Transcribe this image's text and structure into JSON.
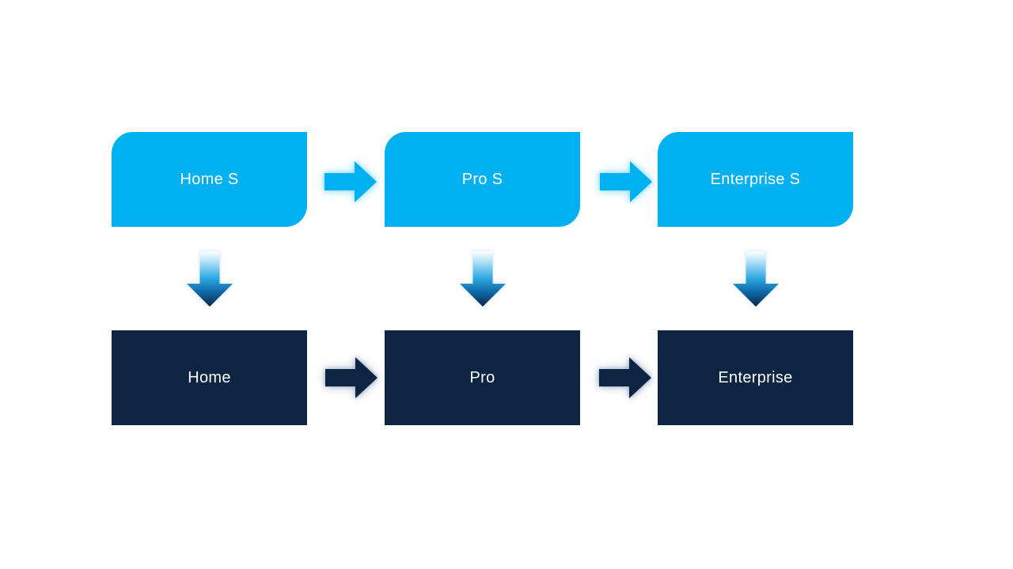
{
  "colors": {
    "cyan": "#00b0f0",
    "navy": "#0e2443",
    "label_text": "#ffffff",
    "background": "#ffffff",
    "down_arrow_gradient": [
      "#ffffff",
      "#b5e3f8",
      "#2fa9e1",
      "#0e68a8",
      "#0d2546"
    ]
  },
  "flow": {
    "columns": [
      {
        "top": "Home S",
        "bottom": "Home"
      },
      {
        "top": "Pro S",
        "bottom": "Pro"
      },
      {
        "top": "Enterprise S",
        "bottom": "Enterprise"
      }
    ]
  },
  "icons": {
    "right_arrow": "right-arrow",
    "down_arrow": "down-arrow"
  }
}
